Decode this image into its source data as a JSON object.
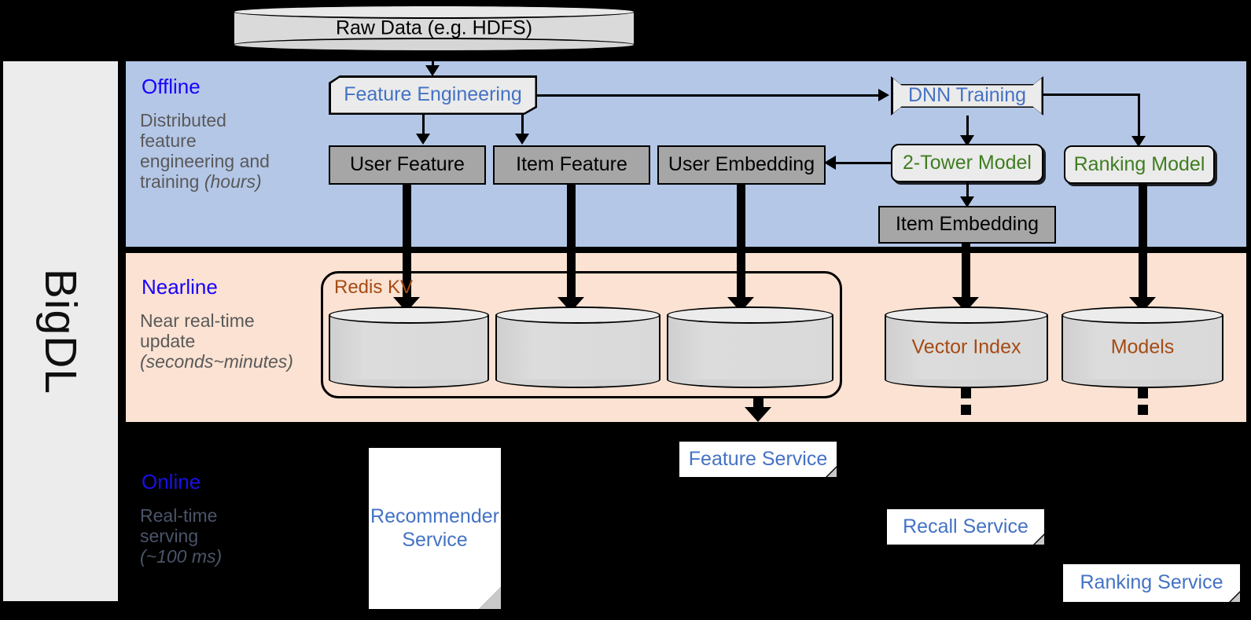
{
  "framework": {
    "name": "BigDL"
  },
  "source": {
    "label": "Raw Data (e.g. HDFS)"
  },
  "bands": {
    "offline": {
      "title": "Offline",
      "desc_line1": "Distributed",
      "desc_line2": "feature",
      "desc_line3": "engineering and",
      "desc_line4": "training ",
      "desc_italic": "(hours)",
      "bg": "#b4c7e7"
    },
    "nearline": {
      "title": "Nearline",
      "desc_line1": "Near real-time",
      "desc_line2": "update",
      "desc_italic": "(seconds~minutes)",
      "bg": "#fbe2d2"
    },
    "online": {
      "title": "Online",
      "desc_line1": "Real-time",
      "desc_line2": "serving",
      "desc_italic": "(~100 ms)",
      "bg": "#000000"
    }
  },
  "offline_nodes": {
    "feature_engineering": "Feature Engineering",
    "dnn_training": "DNN Training",
    "user_feature": "User Feature",
    "item_feature": "Item Feature",
    "user_embedding": "User Embedding",
    "two_tower_model": "2-Tower Model",
    "ranking_model": "Ranking Model",
    "item_embedding": "Item Embedding"
  },
  "nearline_nodes": {
    "redis_group": "Redis KV",
    "store_1": "",
    "store_2": "",
    "store_3": "",
    "vector_index": "Vector Index",
    "models": "Models"
  },
  "online_nodes": {
    "recommender_service_l1": "Recommender",
    "recommender_service_l2": "Service",
    "feature_service": "Feature Service",
    "recall_service": "Recall Service",
    "ranking_service": "Ranking Service"
  },
  "colors": {
    "offline_band": "#b4c7e7",
    "nearline_band": "#fbe2d2",
    "online_band": "#000000",
    "band_title": "#1800ff",
    "band_desc": "#595959",
    "process_text": "#4472c4",
    "model_text": "#3f7d20",
    "store_text": "#a64b14",
    "data_box": "#a6a6a6",
    "sidebar": "#ececec"
  }
}
